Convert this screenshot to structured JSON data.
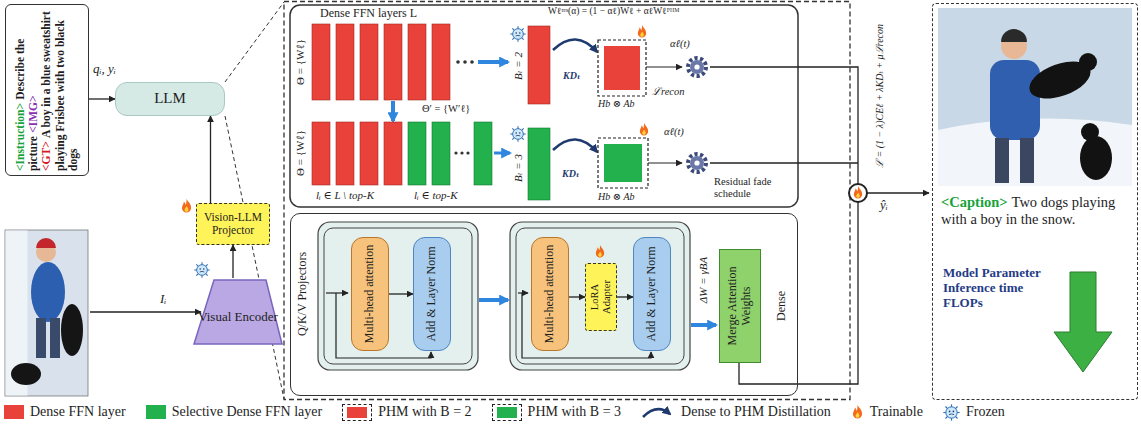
{
  "diagram": {
    "nodes": [
      {
        "text": [
          "<Instruction>",
          "Describe the picture",
          "<IMG>",
          "<GT>",
          "A boy in a blue sweatshirt playing Frisbee with two black dogs"
        ]
      },
      {
        "text": [
          "LLM"
        ]
      },
      {
        "text": [
          "Vision-LLM Projector"
        ]
      },
      {
        "text": [
          "Visual Encoder"
        ]
      },
      {
        "text": [
          "Q/K/V Projectors",
          "Dense"
        ]
      },
      {
        "text": [
          "Multi-head attention"
        ],
        "in": 4
      },
      {
        "text": [
          "Add & Layer Norm"
        ],
        "in": 4
      },
      {
        "text": [
          "Multi-head attention"
        ],
        "in": 4
      },
      {
        "text": [
          "LoRA Adapter"
        ],
        "in": 4
      },
      {
        "text": [
          "Add & Layer Norm"
        ],
        "in": 4
      },
      {
        "text": [
          "Merge Attention Weights"
        ],
        "in": 4
      },
      {
        "text": [
          "<Caption>",
          "Two dogs playing with a boy in the snow.",
          "Model Parameter Inference time FLOPs"
        ]
      }
    ],
    "edges": [
      {
        "from": 0,
        "to": 1,
        "arrow": "to"
      },
      {
        "from": 3,
        "to": 2,
        "arrow": "to"
      },
      {
        "from": 2,
        "to": 1,
        "arrow": "to"
      },
      {
        "from": 5,
        "to": 6,
        "arrow": "to"
      },
      {
        "from": 7,
        "to": 8,
        "arrow": "to"
      },
      {
        "from": 8,
        "to": 9,
        "arrow": "to"
      }
    ],
    "labels": [
      "qᵢ, yᵢ",
      "Iᵢ",
      "Dense FFN layers L",
      "Θ = {Wℓ}",
      "Θ = {Wℓ}",
      "lᵢ ∈ L \\ top-K",
      "lᵢ ∈ top-K",
      "Θ′ = {W′ℓ}",
      "Wℓʳᵉˢ(α) = (1 − αℓ)Wℓ + αℓWℓᴾᴴᴹ",
      "Bₗ = 2",
      "KDₜ",
      "αℓ(t)",
      "ℒrecon",
      "Hb ⊗ Ab",
      "Bₗ = 3",
      "KDₜ",
      "αℓ(t)",
      "Residual fade schedule",
      "Hb ⊗ Ab",
      "ΔW = γBA",
      "ℒ = (1 − λ)CEℓ + λKDₜ + μℒrecon",
      "ŷᵢ"
    ],
    "legend": [
      {
        "text": "Dense FFN layer",
        "color": "#e8423a"
      },
      {
        "text": "Selective Dense FFN layer",
        "color": "#22b14c"
      },
      {
        "text": "PHM with B = 2",
        "color": "#e8423a"
      },
      {
        "text": "PHM with B = 3",
        "color": "#22b14c"
      },
      {
        "text": "Dense to PHM Distillation"
      },
      {
        "text": "Trainable"
      },
      {
        "text": "Frozen"
      }
    ]
  }
}
